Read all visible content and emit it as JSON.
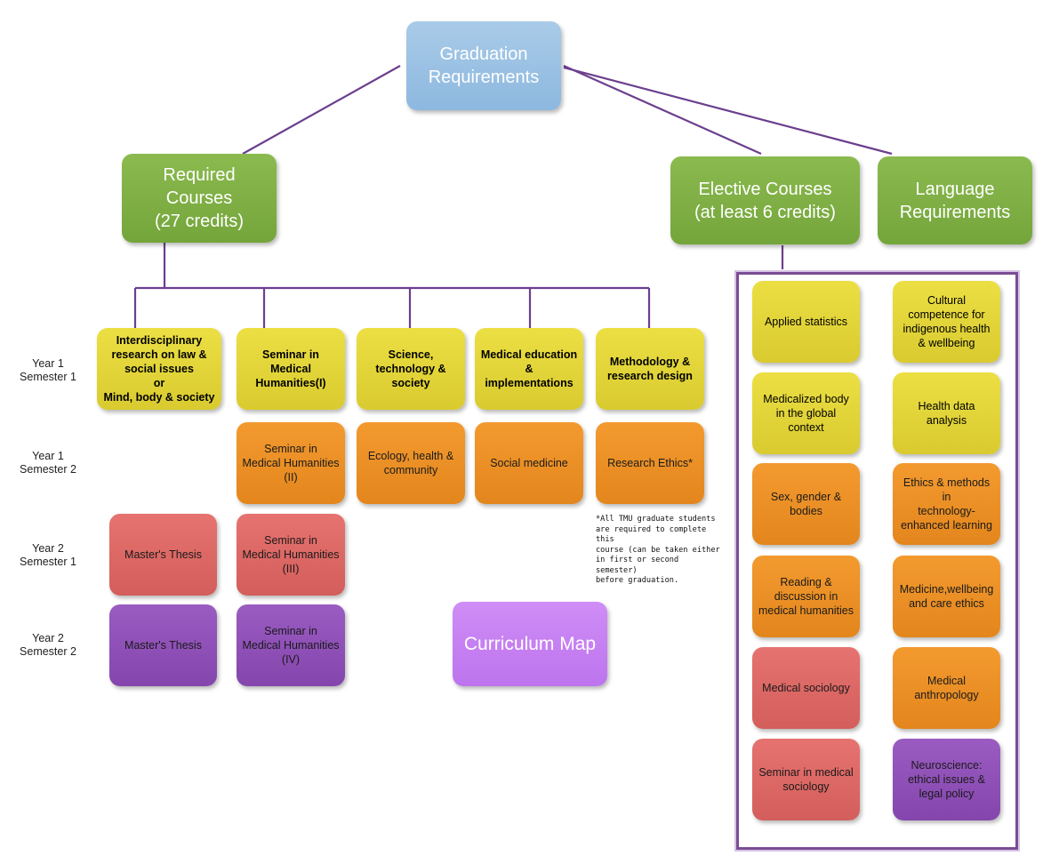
{
  "root": {
    "label": "Graduation\nRequirements"
  },
  "required": {
    "label": "Required\nCourses\n(27 credits)"
  },
  "elective": {
    "label": "Elective Courses\n(at least 6 credits)"
  },
  "language": {
    "label": "Language\nRequirements"
  },
  "row_labels": [
    "Year 1\nSemester 1",
    "Year 1\nSemester 2",
    "Year 2\nSemester 1",
    "Year 2\nSemester 2"
  ],
  "required_courses": {
    "y1s1": [
      "Interdisciplinary\nresearch on law &\nsocial issues\nor\nMind, body & society",
      "Seminar in Medical\nHumanities(I)",
      "Science,\ntechnology &\nsociety",
      "Medical education\n& implementations",
      "Methodology &\nresearch design"
    ],
    "y1s2": [
      "Seminar in\nMedical Humanities\n(II)",
      "Ecology, health &\ncommunity",
      "Social medicine",
      "Research Ethics*"
    ],
    "y2s1": [
      "Master's Thesis",
      "Seminar in\nMedical Humanities\n(III)"
    ],
    "y2s2": [
      "Master's Thesis",
      "Seminar in\nMedical Humanities\n(IV)"
    ]
  },
  "note": "*All TMU graduate students\nare required to complete this\ncourse (can be taken either\nin first or second semester)\nbefore graduation.",
  "curriculum_map": "Curriculum Map",
  "electives": {
    "left": [
      "Applied statistics",
      "Medicalized body\nin the global\ncontext",
      "Sex, gender &\nbodies",
      "Reading &\ndiscussion in\nmedical humanities",
      "Medical sociology",
      "Seminar in medical\nsociology"
    ],
    "right": [
      "Cultural\ncompetence for\nindigenous health\n& wellbeing",
      "Health data\nanalysis",
      "Ethics & methods in\ntechnology-\nenhanced learning",
      "Medicine,wellbeing\nand care ethics",
      "Medical\nanthropology",
      "Neuroscience:\nethical issues &\nlegal policy"
    ]
  },
  "colors": {
    "blue": "#9cc2e5",
    "green": "#7cad44",
    "yellow": "#e3d53a",
    "orange": "#ec9126",
    "red": "#de6966",
    "purple": "#8f51b7",
    "lilac": "#c884f2",
    "line": "#6b3f8e"
  }
}
